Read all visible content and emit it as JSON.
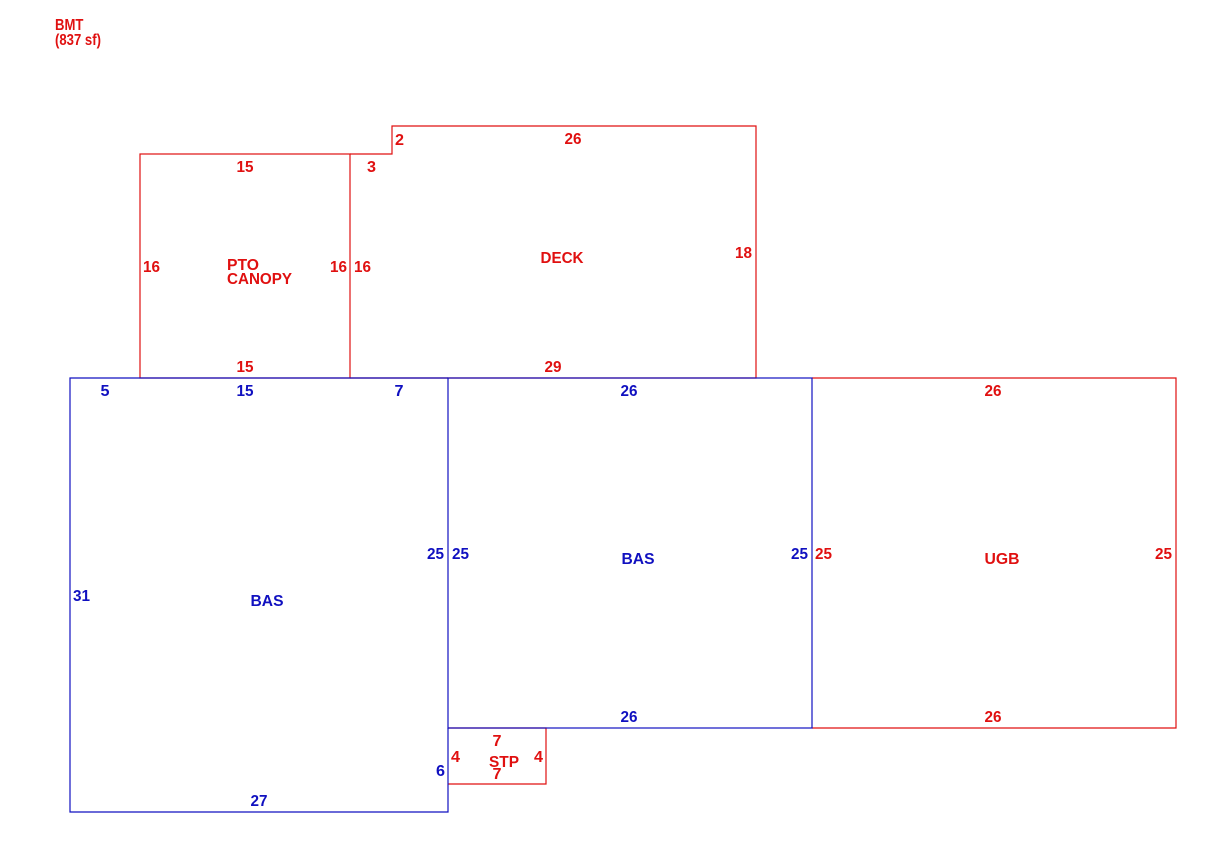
{
  "header": {
    "title": "BMT",
    "area": "(837 sf)"
  },
  "colors": {
    "red": "#e01010",
    "blue": "#1010c0"
  },
  "areas": {
    "pto": {
      "name_line1": "PTO",
      "name_line2": "CANOPY",
      "top": "15",
      "bottom": "15",
      "left": "16",
      "right": "16"
    },
    "deck": {
      "name": "DECK",
      "step_horizontal": "2",
      "step_vertical": "3",
      "top": "26",
      "left": "16",
      "right": "18",
      "bottom": "29"
    },
    "bas_left": {
      "name": "BAS",
      "top_a": "5",
      "top_b": "15",
      "top_c": "7",
      "left": "31",
      "right": "25",
      "bottom": "27",
      "notch": "6"
    },
    "bas_mid": {
      "name": "BAS",
      "top": "26",
      "left": "25",
      "right": "25",
      "bottom": "26"
    },
    "ugb": {
      "name": "UGB",
      "top": "26",
      "left": "25",
      "right": "25",
      "bottom": "26"
    },
    "stp": {
      "name": "STP",
      "top": "7",
      "bottom": "7",
      "left": "4",
      "right": "4"
    }
  }
}
